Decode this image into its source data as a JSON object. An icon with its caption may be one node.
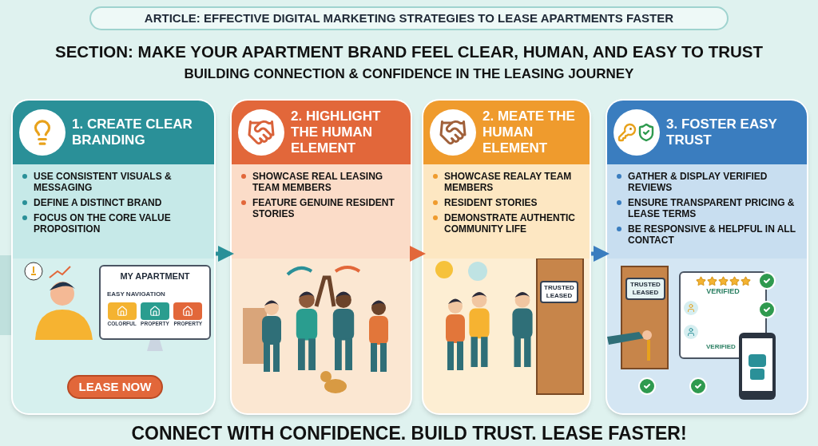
{
  "diagram": {
    "title": "**ARTICLE:** EFFECTIVE DIGITAL MARKETING STRATEGIES TO LEASE APARTMENTS FASTER",
    "caption": "CONNECT WITH CONFIDENCE. BUILD TRUST. LEASE FASTER!",
    "nodes": [
      {
        "text": [
          "1. CREATE CLEAR BRANDING",
          "USE CONSISTENT VISUALS & MESSAGING",
          "DEFINE A DISTINCT BRAND",
          "FOCUS ON THE CORE VALUE PROPOSITION"
        ]
      },
      {
        "text": [
          "2. HIGHLIGHT THE HUMAN ELEMENT",
          "SHOWCASE REAL LEASING TEAM MEMBERS",
          "FEATURE GENUINE RESIDENT STORIES"
        ]
      },
      {
        "text": [
          "2. MEATE THE HUMAN ELEMENT",
          "SHOWCASE REALAY TEAM MEMBERS",
          "RESIDENT STORIES",
          "DEMONSTRATE AUTHENTIC COMMUNITY LIFE"
        ]
      },
      {
        "text": [
          "3. FOSTER EASY TRUST",
          "GATHER & DISPLAY VERIFIED REVIEWS",
          "ENSURE TRANSPARENT PRICING & LEASE TERMS",
          "BE RESPONSIVE & HELPFUL IN ALL CONTACT"
        ]
      }
    ],
    "edges": [
      {
        "from": 0,
        "to": 1,
        "arrow": "to",
        "color": "#2a9098"
      },
      {
        "from": 1,
        "to": 2,
        "arrow": "to",
        "color": "#e2673a"
      },
      {
        "from": 2,
        "to": 3,
        "arrow": "to",
        "color": "#3a7dbf"
      }
    ],
    "labels": [
      "**SECTION:** MAKE YOUR APARTMENT BRAND FEEL CLEAR, HUMAN, AND EASY TO TRUST",
      "BUILDING CONNECTION & CONFIDENCE IN THE LEASING JOURNEY",
      "MY APARTMENT",
      "EASY NAVIGATION",
      "COLORFUL",
      "PROPERTY",
      "PROPERTY",
      "LEASE NOW",
      "TRUSTED LEASED",
      "TRUSTED LEASED",
      "VERIFIED",
      "VERIFIED"
    ]
  }
}
